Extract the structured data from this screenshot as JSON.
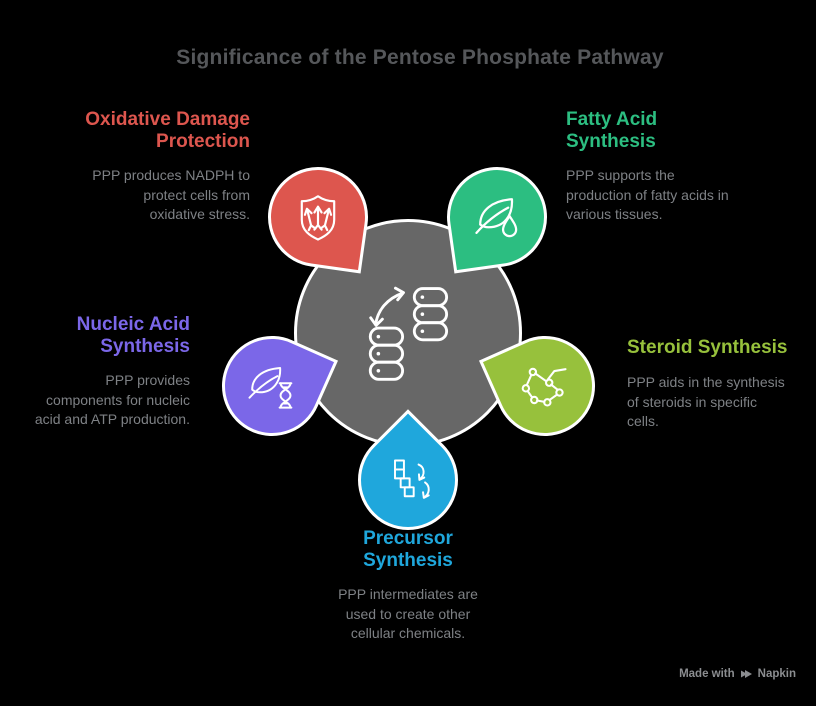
{
  "title": "Significance of the Pentose Phosphate Pathway",
  "page": {
    "background": "#000000",
    "title_color": "#55575a",
    "body_text_color": "#7e8185"
  },
  "center": {
    "color": "#676767",
    "icon": "database-exchange-icon"
  },
  "sections": {
    "oxidative": {
      "heading": "Oxidative Damage Protection",
      "body": "PPP produces NADPH to protect cells from oxidative stress.",
      "color": "#dd564e",
      "icon": "shield-arrows-icon"
    },
    "fatty": {
      "heading": "Fatty Acid Synthesis",
      "body": "PPP supports the production of fatty acids in various tissues.",
      "color": "#2cbe81",
      "icon": "leaf-droplet-icon"
    },
    "nucleic": {
      "heading": "Nucleic Acid Synthesis",
      "body": "PPP provides components for nucleic acid and ATP production.",
      "color": "#7b67e8",
      "icon": "leaf-dna-icon"
    },
    "steroid": {
      "heading": "Steroid Synthesis",
      "body": "PPP aids in the synthesis of steroids in specific cells.",
      "color": "#97c13c",
      "icon": "molecule-icon"
    },
    "precursor": {
      "heading": "Precursor Synthesis",
      "body": "PPP intermediates are used to create other cellular chemicals.",
      "color": "#1fa7dc",
      "icon": "blocks-cycle-icon"
    }
  },
  "credit": {
    "prefix": "Made with",
    "brand": "Napkin"
  }
}
